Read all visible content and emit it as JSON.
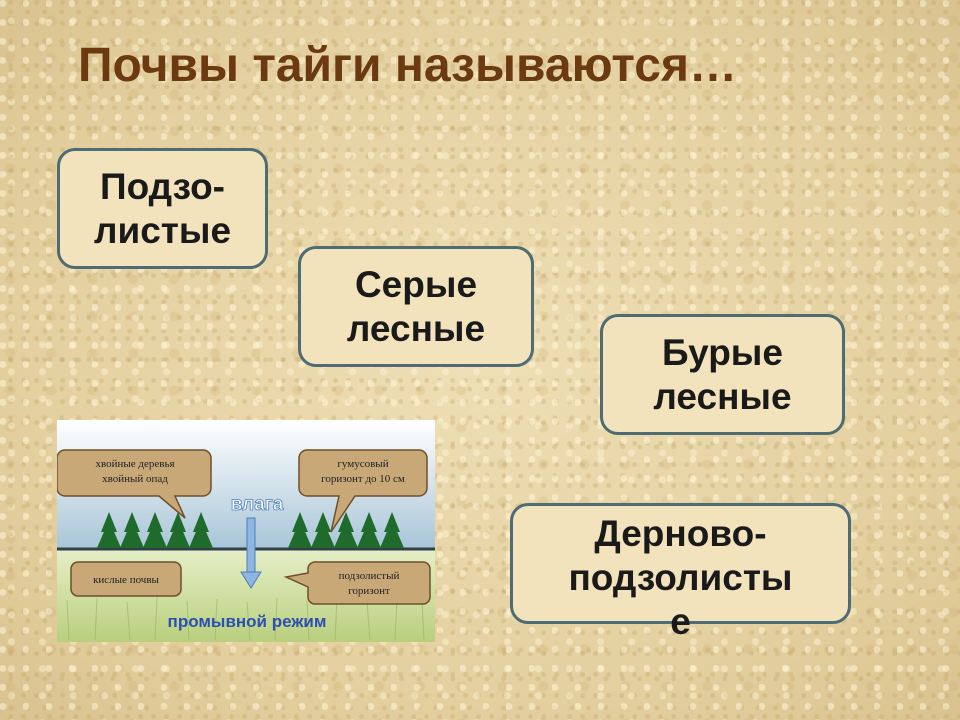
{
  "slide": {
    "title": "Почвы тайги называются…"
  },
  "cards": [
    {
      "line1": "Подзо-",
      "line2": "листые"
    },
    {
      "line1": "Серые",
      "line2": "лесные"
    },
    {
      "line1": "Бурые",
      "line2": "лесные"
    },
    {
      "line1": "Дерново-",
      "line2": "подзолисты",
      "line3": "е"
    }
  ],
  "diagram": {
    "callout_top_left": {
      "line1": "хвойные деревья",
      "line2": "хвойный опад"
    },
    "callout_top_right": {
      "line1": "гумусовый",
      "line2": "горизонт до 10 см"
    },
    "moisture_label": "влага",
    "callout_bottom_left": "кислые почвы",
    "callout_bottom_right": {
      "line1": "подзолистый",
      "line2": "горизонт"
    },
    "regime_label": "промывной режим",
    "colors": {
      "sky": "#a9c6d8",
      "tree": "#1e6b2c",
      "ground": "#c7d98f",
      "callout": "#c9a878",
      "arrow": "#5a8fc9",
      "regime_text": "#2d4fb0"
    }
  },
  "colors": {
    "title": "#6b3a10",
    "card_border": "#4d6c73",
    "card_fill": "#f2e3bd"
  }
}
